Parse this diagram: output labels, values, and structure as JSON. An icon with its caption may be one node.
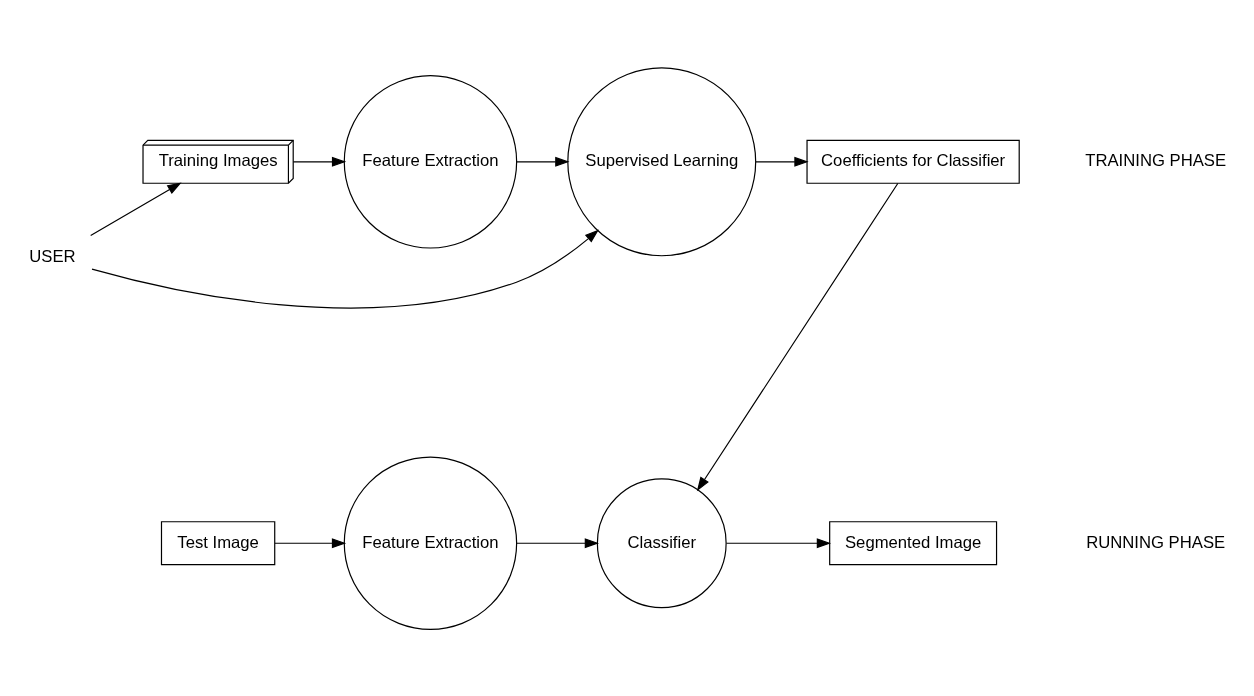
{
  "diagram": {
    "nodes": [
      {
        "text": [
          "USER"
        ]
      },
      {
        "text": [
          "Training Images"
        ]
      },
      {
        "text": [
          "Feature Extraction"
        ]
      },
      {
        "text": [
          "Supervised Learning"
        ]
      },
      {
        "text": [
          "Coefficients for Classifier"
        ]
      },
      {
        "text": [
          "Test Image"
        ]
      },
      {
        "text": [
          "Feature Extraction"
        ]
      },
      {
        "text": [
          "Classifier"
        ]
      },
      {
        "text": [
          "Segmented Image"
        ]
      }
    ],
    "edges": [
      {
        "from": 0,
        "to": 1,
        "arrow": "to"
      },
      {
        "from": 0,
        "to": 3,
        "arrow": "to"
      },
      {
        "from": 1,
        "to": 2,
        "arrow": "to"
      },
      {
        "from": 2,
        "to": 3,
        "arrow": "to"
      },
      {
        "from": 3,
        "to": 4,
        "arrow": "to"
      },
      {
        "from": 4,
        "to": 7,
        "arrow": "to"
      },
      {
        "from": 5,
        "to": 6,
        "arrow": "to"
      },
      {
        "from": 6,
        "to": 7,
        "arrow": "to"
      },
      {
        "from": 7,
        "to": 8,
        "arrow": "to"
      }
    ],
    "labels": [
      "TRAINING PHASE",
      "RUNNING PHASE"
    ]
  }
}
